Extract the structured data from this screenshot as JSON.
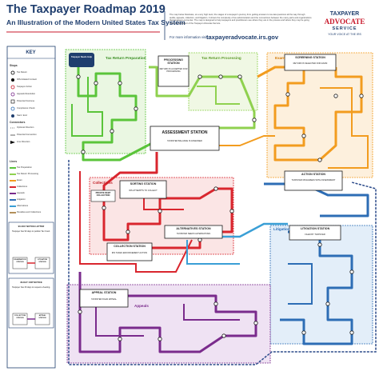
{
  "header": {
    "title": "The Taxpayer Roadmap 2019",
    "subtitle": "An Illustration of the Modern United States Tax System",
    "intro_text": "The map below illustrates, at a very high level, the stages of a taxpayer's journey from getting answers to tax-law questions all the way through audits, appeals, collection, and litigation. It shows the complexity of tax administration and the connections between the many parts and organizations that taxpayers encounter. The map is designed to help taxpayers and practitioners see where they are in the process and where they may be going next. It is a product of the Taxpayer Advocate Service.",
    "url_prefix": "For more information visit:",
    "url": "taxpayeradvocate.irs.gov"
  },
  "logo": {
    "line1": "TAXPAYER",
    "line2": "ADVOCATE",
    "line3": "SERVICE",
    "line4": "YOUR VOICE AT THE IRS"
  },
  "key": {
    "title": "KEY",
    "stops_heading": "Stops",
    "stops": [
      "Tax Return",
      "IRS-Initiated Contact",
      "Taxpayer Action",
      "Appeals Resolution",
      "Potential Outcome",
      "Compliance Check",
      "Start / End"
    ],
    "connectors_heading": "Connectors",
    "connectors": [
      "Optional Direction",
      "Potential Connection",
      "Line Direction"
    ],
    "lines_heading": "Lines",
    "lines": [
      "Tax Preparation",
      "Tax Return Processing",
      "Exam",
      "Collections",
      "Appeals",
      "Litigation",
      "Alternatives",
      "Penalties and Collections"
    ],
    "deficiency_box": {
      "title": "90-DAY NOTICE LETTER",
      "body": "Taxpayer has 90 days to petition Tax Court.",
      "station_a": "EXAMINATION STATION",
      "station_b": "LITIGATION STATION"
    },
    "cdp_box": {
      "title": "30-DAY CDP NOTICE",
      "body": "Taxpayer has 30 days to request a hearing.",
      "station_a": "COLLECTION STATION",
      "station_b": "APPEAL STATION"
    }
  },
  "map": {
    "start_label": "Taxpayer Needs Help",
    "sections": {
      "tax_return_preparation": "Tax Return Preparation",
      "tax_return_processing": "Tax Return Processing",
      "exam": "Exam",
      "collections": "Collections",
      "litigation": "Litigation",
      "appeals": "Appeals"
    },
    "stations": {
      "processing": "PROCESSING STATION",
      "processing_sub": "RETURN IS ACCEPTED FOR PROCESSING",
      "screening": "SCREENING STATION",
      "screening_sub": "RETURN IS SELECTED FOR EXAM",
      "assessment": "ASSESSMENT STATION",
      "assessment_sub": "TAXPAYER BALANCE IS ASSESSED",
      "action": "ACTION STATION",
      "action_sub": "TAXPAYER DISAGREES WITH ASSESSMENT",
      "sorting": "SORTING STATION",
      "sorting_sub": "IRS ATTEMPTS TO COLLECT",
      "alternatives": "ALTERNATIVES STATION",
      "alternatives_sub": "TAXPAYER SEEKS ALTERNATIVES",
      "collection": "COLLECTION STATION",
      "collection_sub": "IRS TAKES ENFORCEMENT ACTION",
      "litigation": "LITIGATION STATION",
      "litigation_sub": "FILED BY TAXPAYER",
      "appeal": "APPEAL STATION",
      "appeal_sub": "TAXPAYER FILES APPEAL",
      "private_debt": "PRIVATE DEBT COLLECTION"
    }
  },
  "colors": {
    "navy": "#1f3e6e",
    "tax_preparation": "#5ac43a",
    "tax_return_processing": "#8fd14f",
    "exam": "#f29c1f",
    "collections": "#d9262e",
    "appeals": "#7a2b8c",
    "litigation": "#2d6db5",
    "alternatives": "#3a9fd6",
    "map_blue": "#2b4a8a",
    "brand_red": "#c8182b"
  }
}
